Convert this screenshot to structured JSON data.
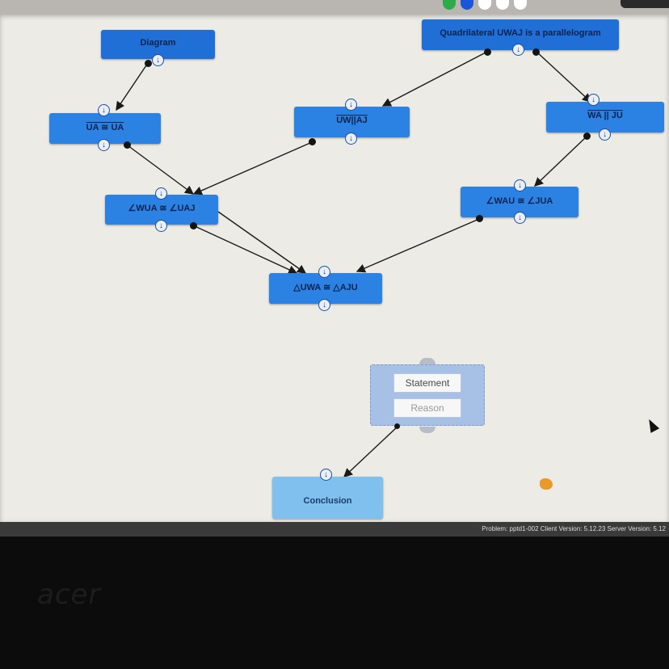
{
  "top_bar": {
    "dot_colors": [
      "#2eaa4a",
      "#1a56d6",
      "#ffffff",
      "#ffffff",
      "#ffffff"
    ]
  },
  "nodes": {
    "diagram": "Diagram",
    "given": "Quadrilateral UWAJ is a parallelogram",
    "ua_ua": "UA ≅ UA",
    "uw_aj": "UW||AJ",
    "wa_ju": "WA || JU",
    "wua_uaj": "∠WUA ≅ ∠UAJ",
    "wau_jua": "∠WAU ≅ ∠JUA",
    "triangles": "△UWA ≅ △AJU",
    "conclusion": "Conclusion"
  },
  "statement_reason": {
    "statement_placeholder": "Statement",
    "reason_placeholder": "Reason"
  },
  "status_bar": {
    "text": "Problem: pptd1-002   Client Version: 5.12.23   Server Version: 5.12"
  },
  "icons": {
    "port": "down-arrow-icon",
    "cursor": "mouse-pointer-icon"
  },
  "bezel": {
    "logo": "acer"
  },
  "colors": {
    "node_dark": "#1f6fd6",
    "node_mid": "#2b82e2",
    "conclusion": "#7fc0ef",
    "canvas": "#ecebe5"
  }
}
